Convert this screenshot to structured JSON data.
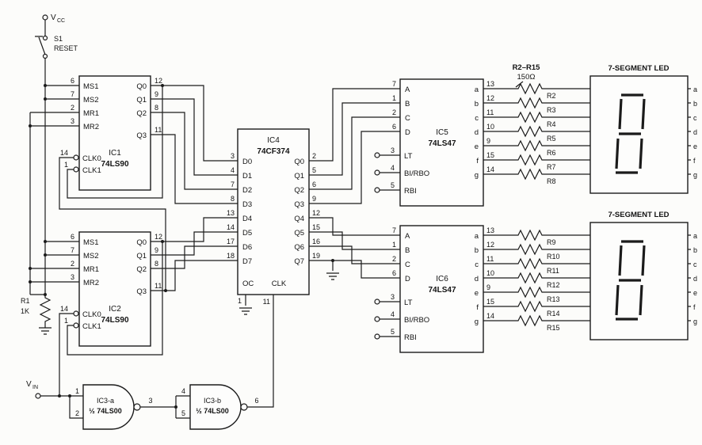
{
  "colors": {
    "ink": "#1b1b1b",
    "paper": "#fcfcfa"
  },
  "power": {
    "vcc_base": "V",
    "vcc_sub": "CC",
    "vin_base": "V",
    "vin_sub": "IN"
  },
  "s1": {
    "ref": "S1",
    "label": "RESET"
  },
  "r1": {
    "ref": "R1",
    "value": "1K"
  },
  "bank": {
    "range": "R2–R15",
    "value": "150Ω"
  },
  "ic1": {
    "ref": "IC1",
    "part": "74LS90",
    "left": [
      {
        "n": "6",
        "l": "MS1"
      },
      {
        "n": "7",
        "l": "MS2"
      },
      {
        "n": "2",
        "l": "MR1"
      },
      {
        "n": "3",
        "l": "MR2"
      },
      {
        "n": "14",
        "l": "CLK0"
      },
      {
        "n": "1",
        "l": "CLK1"
      }
    ],
    "right": [
      {
        "n": "12",
        "l": "Q0"
      },
      {
        "n": "9",
        "l": "Q1"
      },
      {
        "n": "8",
        "l": "Q2"
      },
      {
        "n": "11",
        "l": "Q3"
      }
    ]
  },
  "ic2": {
    "ref": "IC2",
    "part": "74LS90",
    "left": [
      {
        "n": "6",
        "l": "MS1"
      },
      {
        "n": "7",
        "l": "MS2"
      },
      {
        "n": "2",
        "l": "MR1"
      },
      {
        "n": "3",
        "l": "MR2"
      },
      {
        "n": "14",
        "l": "CLK0"
      },
      {
        "n": "1",
        "l": "CLK1"
      }
    ],
    "right": [
      {
        "n": "12",
        "l": "Q0"
      },
      {
        "n": "9",
        "l": "Q1"
      },
      {
        "n": "8",
        "l": "Q2"
      },
      {
        "n": "11",
        "l": "Q3"
      }
    ]
  },
  "ic4": {
    "ref": "IC4",
    "part": "74CF374",
    "left": [
      {
        "n": "3",
        "l": "D0"
      },
      {
        "n": "4",
        "l": "D1"
      },
      {
        "n": "7",
        "l": "D2"
      },
      {
        "n": "8",
        "l": "D3"
      },
      {
        "n": "13",
        "l": "D4"
      },
      {
        "n": "14",
        "l": "D5"
      },
      {
        "n": "17",
        "l": "D6"
      },
      {
        "n": "18",
        "l": "D7"
      }
    ],
    "right": [
      {
        "n": "2",
        "l": "Q0"
      },
      {
        "n": "5",
        "l": "Q1"
      },
      {
        "n": "6",
        "l": "Q2"
      },
      {
        "n": "9",
        "l": "Q3"
      },
      {
        "n": "12",
        "l": "Q4"
      },
      {
        "n": "15",
        "l": "Q5"
      },
      {
        "n": "16",
        "l": "Q6"
      },
      {
        "n": "19",
        "l": "Q7"
      }
    ],
    "oc": {
      "n": "1",
      "l": "OC"
    },
    "clk": {
      "n": "11",
      "l": "CLK"
    }
  },
  "ic5": {
    "ref": "IC5",
    "part": "74LS47",
    "inputs": [
      {
        "n": "7",
        "l": "A"
      },
      {
        "n": "1",
        "l": "B"
      },
      {
        "n": "2",
        "l": "C"
      },
      {
        "n": "6",
        "l": "D"
      }
    ],
    "controls": [
      {
        "n": "3",
        "l": "LT"
      },
      {
        "n": "4",
        "l": "BI/RBO"
      },
      {
        "n": "5",
        "l": "RBI"
      }
    ],
    "outputs": [
      {
        "n": "13",
        "l": "a"
      },
      {
        "n": "12",
        "l": "b"
      },
      {
        "n": "11",
        "l": "c"
      },
      {
        "n": "10",
        "l": "d"
      },
      {
        "n": "9",
        "l": "e"
      },
      {
        "n": "15",
        "l": "f"
      },
      {
        "n": "14",
        "l": "g"
      }
    ]
  },
  "ic6": {
    "ref": "IC6",
    "part": "74LS47",
    "inputs": [
      {
        "n": "7",
        "l": "A"
      },
      {
        "n": "1",
        "l": "B"
      },
      {
        "n": "2",
        "l": "C"
      },
      {
        "n": "6",
        "l": "D"
      }
    ],
    "controls": [
      {
        "n": "3",
        "l": "LT"
      },
      {
        "n": "4",
        "l": "BI/RBO"
      },
      {
        "n": "5",
        "l": "RBI"
      }
    ],
    "outputs": [
      {
        "n": "13",
        "l": "a"
      },
      {
        "n": "12",
        "l": "b"
      },
      {
        "n": "11",
        "l": "c"
      },
      {
        "n": "10",
        "l": "d"
      },
      {
        "n": "9",
        "l": "e"
      },
      {
        "n": "15",
        "l": "f"
      },
      {
        "n": "14",
        "l": "g"
      }
    ]
  },
  "resistors_top": [
    "R2",
    "R3",
    "R4",
    "R5",
    "R6",
    "R7",
    "R8"
  ],
  "resistors_bottom": [
    "R9",
    "R10",
    "R11",
    "R12",
    "R13",
    "R14",
    "R15"
  ],
  "display": {
    "title": "7-SEGMENT LED",
    "segments": [
      "a",
      "b",
      "c",
      "d",
      "e",
      "f",
      "g"
    ]
  },
  "ic3a": {
    "ref": "IC3-a",
    "part": "½ 74LS00",
    "in1": "1",
    "in2": "2",
    "out": "3"
  },
  "ic3b": {
    "ref": "IC3-b",
    "part": "½ 74LS00",
    "in1": "4",
    "in2": "5",
    "out": "6"
  }
}
